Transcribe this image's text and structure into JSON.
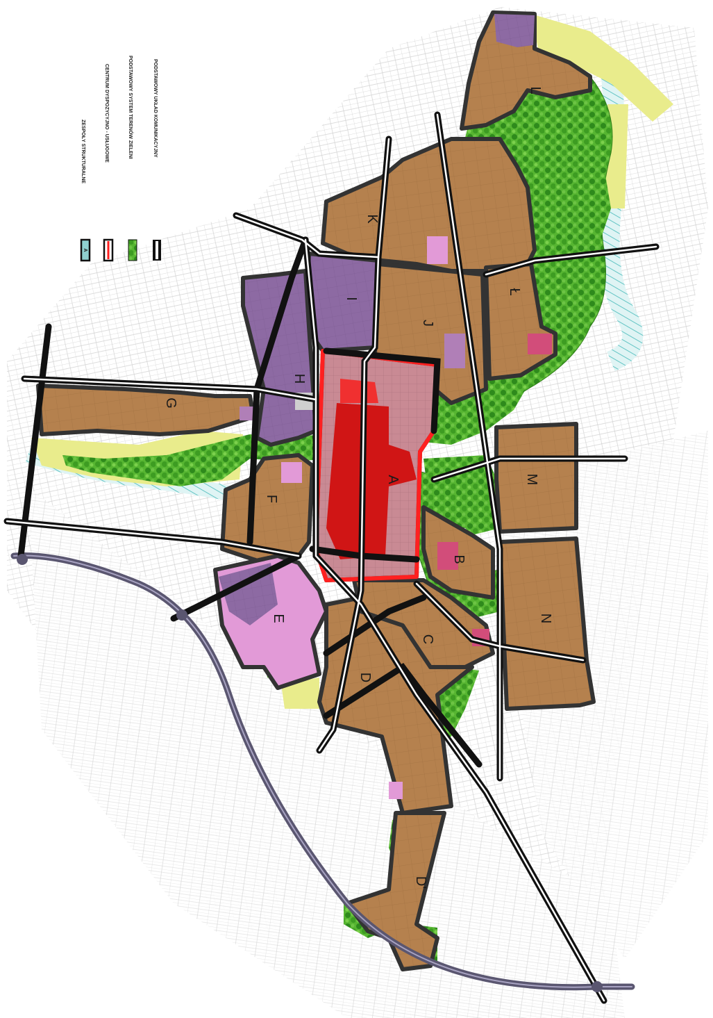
{
  "map": {
    "colors": {
      "zone_fill": "#b5814e",
      "zone_outline": "#333333",
      "center_fill": "#d01515",
      "center_outline": "#ff2020",
      "green": "#4daa2c",
      "green_dark": "#2e7d18",
      "purple": "#8d6aa3",
      "pink": "#e29ad7",
      "yellow": "#e9ec8c",
      "road": "#111111",
      "bypass": "#5a5670",
      "water": "#7fd3d3",
      "parcel_lines": "#c9c9c9"
    },
    "zones": [
      {
        "id": "A",
        "label": "A"
      },
      {
        "id": "B",
        "label": "B"
      },
      {
        "id": "C",
        "label": "C"
      },
      {
        "id": "D",
        "label": "D"
      },
      {
        "id": "D2",
        "label": "D'"
      },
      {
        "id": "E",
        "label": "E"
      },
      {
        "id": "F",
        "label": "F"
      },
      {
        "id": "G",
        "label": "G"
      },
      {
        "id": "H",
        "label": "H"
      },
      {
        "id": "I",
        "label": "I"
      },
      {
        "id": "J",
        "label": "J"
      },
      {
        "id": "K",
        "label": "K"
      },
      {
        "id": "L",
        "label": "L"
      },
      {
        "id": "L2",
        "label": "Ł"
      },
      {
        "id": "M",
        "label": "M"
      },
      {
        "id": "N",
        "label": "N"
      }
    ],
    "legend": {
      "items": [
        {
          "symbol": "zone",
          "sample_text": "A",
          "label": "ZESPOŁY STRUKTURALNE"
        },
        {
          "symbol": "center",
          "label": "CENTRUM DYSPOZYCYJNO - USŁUGOWE"
        },
        {
          "symbol": "green",
          "label": "PODSTAWOWY SYSTEM TERENÓW ZIELENI"
        },
        {
          "symbol": "road",
          "label": "PODSTAWOWY UKŁAD KOMUNIKACYJNY"
        }
      ]
    }
  }
}
